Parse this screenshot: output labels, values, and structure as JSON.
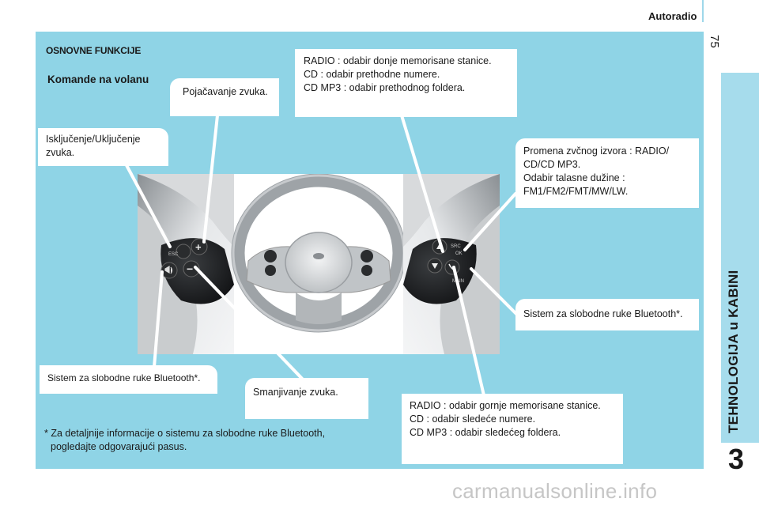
{
  "header": {
    "title": "Autoradio",
    "page_number": "75"
  },
  "side_tab": {
    "title": "TEHNOLOGIJA u KABINI",
    "chapter_number": "3"
  },
  "section": {
    "title": "OSNOVNE FUNKCIJE",
    "subtitle": "Komande na volanu"
  },
  "callouts": {
    "mute": [
      "Isključenje/Uključenje",
      "zvuka."
    ],
    "volume_up": [
      "Pojačavanje zvuka."
    ],
    "seek_down": [
      "RADIO : odabir donje memorisane stanice.",
      "CD : odabir prethodne numere.",
      "CD MP3 : odabir prethodnog foldera."
    ],
    "source": [
      "Promena zvčnog izvora : RADIO/",
      "CD/CD MP3.",
      "Odabir talasne dužine :",
      "FM1/FM2/FMT/MW/LW."
    ],
    "bluetooth_right": [
      "Sistem za slobodne ruke Bluetooth*."
    ],
    "bluetooth_left": [
      "Sistem za slobodne ruke Bluetooth*."
    ],
    "volume_down": [
      "Smanjivanje zvuka."
    ],
    "seek_up": [
      "RADIO : odabir gornje memorisane stanice.",
      "CD : odabir sledeće numere.",
      "CD MP3 : odabir sledećeg foldera."
    ]
  },
  "footnote": {
    "line1": "* Za detaljnije informacije o sistemu za slobodne ruke Bluetooth,",
    "line2": "pogledajte odgovarajući pasus."
  },
  "photo": {
    "left_buttons": {
      "esc": "ESC",
      "plus": "+",
      "minus": "−"
    },
    "right_buttons": {
      "src": "SRC",
      "ok": "OK",
      "main": "MAIN"
    }
  },
  "watermark": "carmanualsonline.info"
}
